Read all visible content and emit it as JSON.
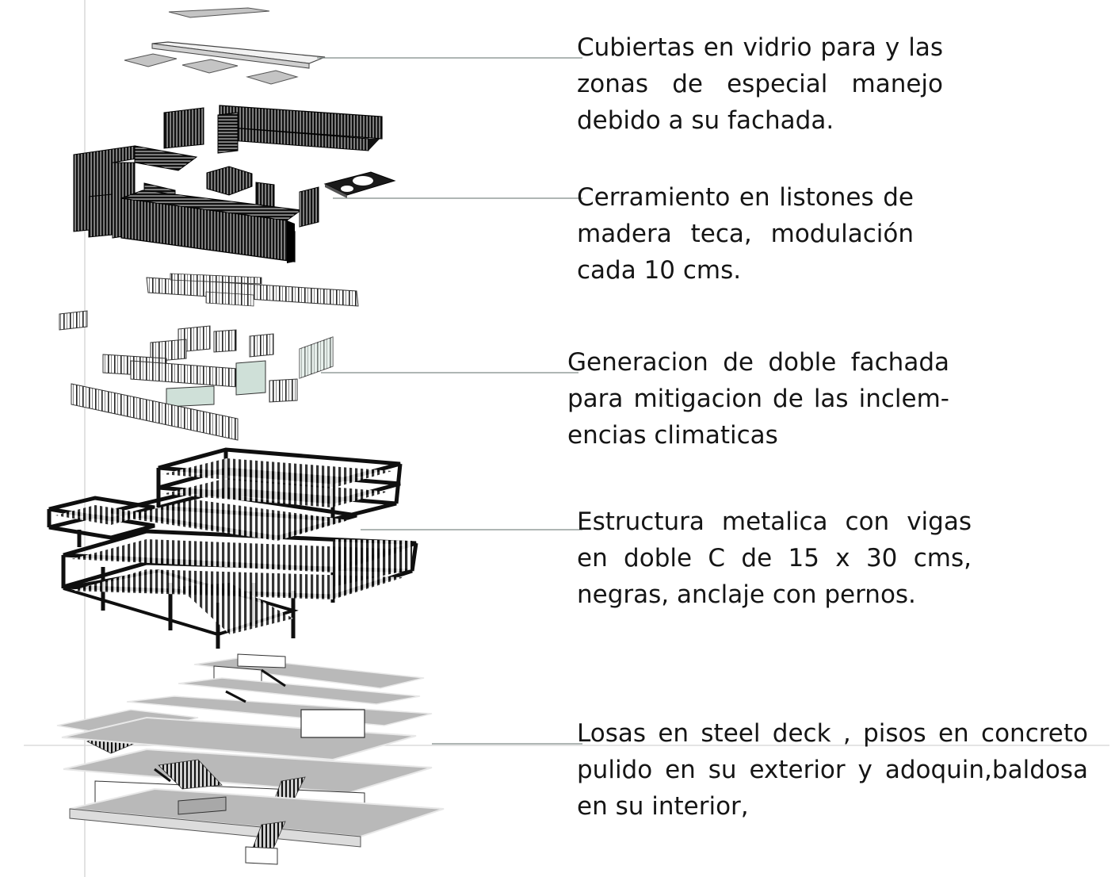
{
  "annotations": [
    {
      "id": "roof",
      "lines": [
        "Cubiertas en vidrio para  y las",
        "zonas  de  especial  manejo",
        "debido a su fachada."
      ]
    },
    {
      "id": "enclosure",
      "lines": [
        "Cerramiento en listones de",
        "madera  teca,  modulación",
        "cada 10 cms."
      ]
    },
    {
      "id": "double-facade",
      "lines": [
        "Generacion  de  doble  fachada",
        "para mitigacion de las inclem-",
        "encias climaticas"
      ]
    },
    {
      "id": "structure",
      "lines": [
        "Estructura  metalica  con  vigas",
        "en  doble  C  de  15  x  30  cms,",
        "negras, anclaje con pernos."
      ]
    },
    {
      "id": "slabs",
      "lines": [
        "Losas en steel deck , pisos en concreto",
        "pulido en su exterior y adoquin,baldosa",
        "en su interior,"
      ]
    }
  ],
  "colors": {
    "leader_line": "#7f8a86",
    "solid_fill": "#141414",
    "slab_fill": "#b9b9b9",
    "slab_edge": "#e8e8e8",
    "glass_fill": "#cfe0d8"
  }
}
